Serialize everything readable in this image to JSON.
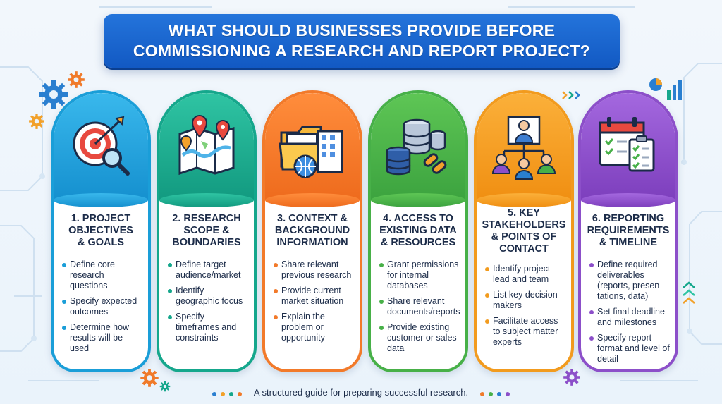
{
  "title": {
    "line1": "WHAT SHOULD BUSINESSES PROVIDE BEFORE",
    "line2": "COMMISSIONING A RESEARCH AND REPORT PROJECT?"
  },
  "cards": [
    {
      "icon": "target-magnifier-icon",
      "title": [
        "1. PROJECT",
        "OBJECTIVES",
        "& GOALS"
      ],
      "items": [
        "Define core research questions",
        "Specify expected outcomes",
        "Determine how results will be used"
      ]
    },
    {
      "icon": "map-pins-icon",
      "title": [
        "2. RESEARCH",
        "SCOPE &",
        "BOUNDARIES"
      ],
      "items": [
        "Define target audience/market",
        "Identify geographic focus",
        "Specify timeframes and constraints"
      ]
    },
    {
      "icon": "folder-building-icon",
      "title": [
        "3. CONTEXT &",
        "BACKGROUND",
        "INFORMATION"
      ],
      "items": [
        "Share relevant previous research",
        "Provide current market situation",
        "Explain the problem or opportunity"
      ]
    },
    {
      "icon": "database-link-icon",
      "title": [
        "4. ACCESS TO",
        "EXISTING DATA",
        "& RESOURCES"
      ],
      "items": [
        "Grant permissions for internal databases",
        "Share relevant documents/reports",
        "Provide existing customer or sales data"
      ]
    },
    {
      "icon": "org-chart-people-icon",
      "title": [
        "5. KEY",
        "STAKEHOLDERS",
        "& POINTS OF",
        "CONTACT"
      ],
      "items": [
        "Identify project lead and team",
        "List key decision-makers",
        "Facilitate access to subject matter experts"
      ]
    },
    {
      "icon": "calendar-checklist-icon",
      "title": [
        "6. REPORTING",
        "REQUIREMENTS",
        "& TIMELINE"
      ],
      "items": [
        "Define required deliverables (reports, presen-tations, data)",
        "Set final deadline and milestones",
        "Specify report format and level of detail"
      ]
    }
  ],
  "footer": "A structured guide for preparing successful research.",
  "colors": {
    "banner": "#1a67d0",
    "card1": "#1a9ed8",
    "card2": "#15a78c",
    "card3": "#f27a2a",
    "card4": "#47b048",
    "card5": "#f29b1e",
    "card6": "#8c4fc9"
  }
}
